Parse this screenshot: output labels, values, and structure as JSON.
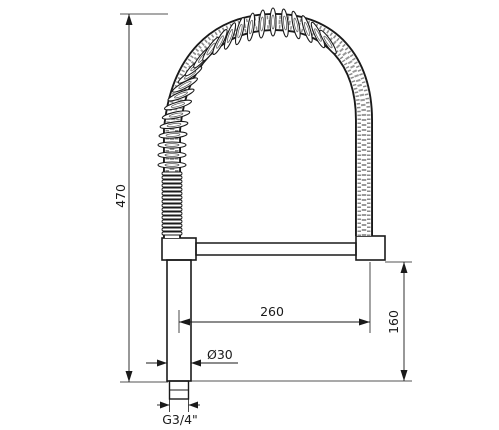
{
  "drawing": {
    "dimensions": {
      "height_total": "470",
      "reach": "260",
      "base_height": "160",
      "body_diameter": "Ø30",
      "connection_thread": "G3/4\""
    }
  }
}
